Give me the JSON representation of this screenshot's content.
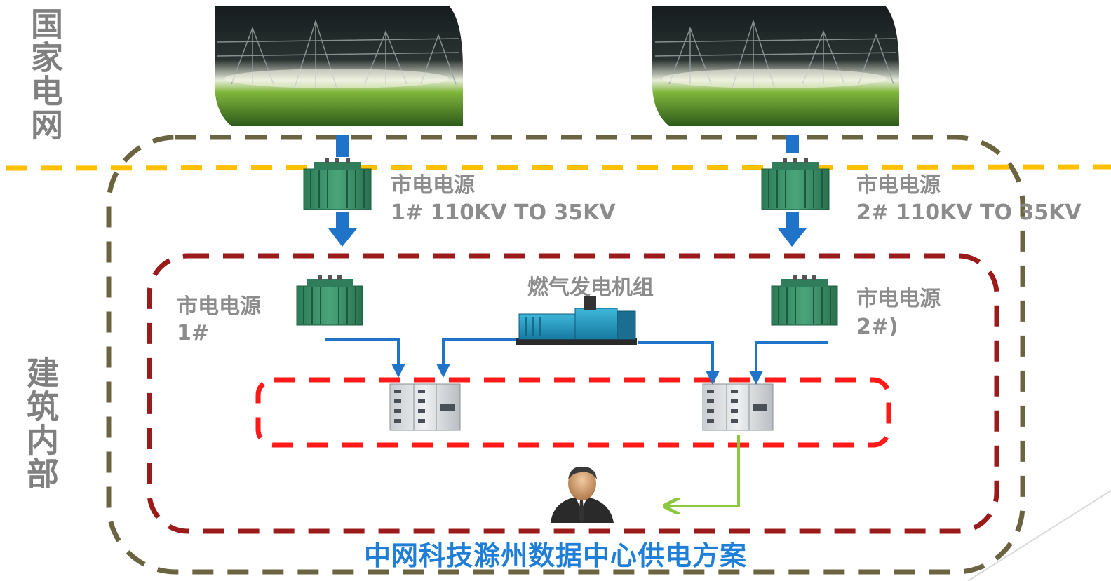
{
  "sections": {
    "grid": "国家电网",
    "building": "建筑内部"
  },
  "labels": {
    "upper_left_name": "市电电源",
    "upper_left_spec": "1# 110KV TO 35KV",
    "upper_right_name": "市电电源",
    "upper_right_spec": "2# 110KV TO 35KV",
    "inner_left_name": "市电电源",
    "inner_left_num": "1#",
    "inner_right_name": "市电电源",
    "inner_right_num": "2#)",
    "generator": "燃气发电机组"
  },
  "title": "中网科技滁州数据中心供电方案",
  "colors": {
    "outer_border": "#6b6440",
    "grid_line": "#ffc000",
    "middle_border": "#9b1b1b",
    "inner_border": "#ff1a1a",
    "power_arrow": "#1f74c9",
    "control_arrow": "#8dc63f",
    "label_text": "#8c8c8c",
    "title_text": "#1f7fd6"
  },
  "icons": [
    "substation-photo",
    "transformer-icon",
    "generator-icon",
    "switchgear-cabinet-icon",
    "operator-icon"
  ]
}
